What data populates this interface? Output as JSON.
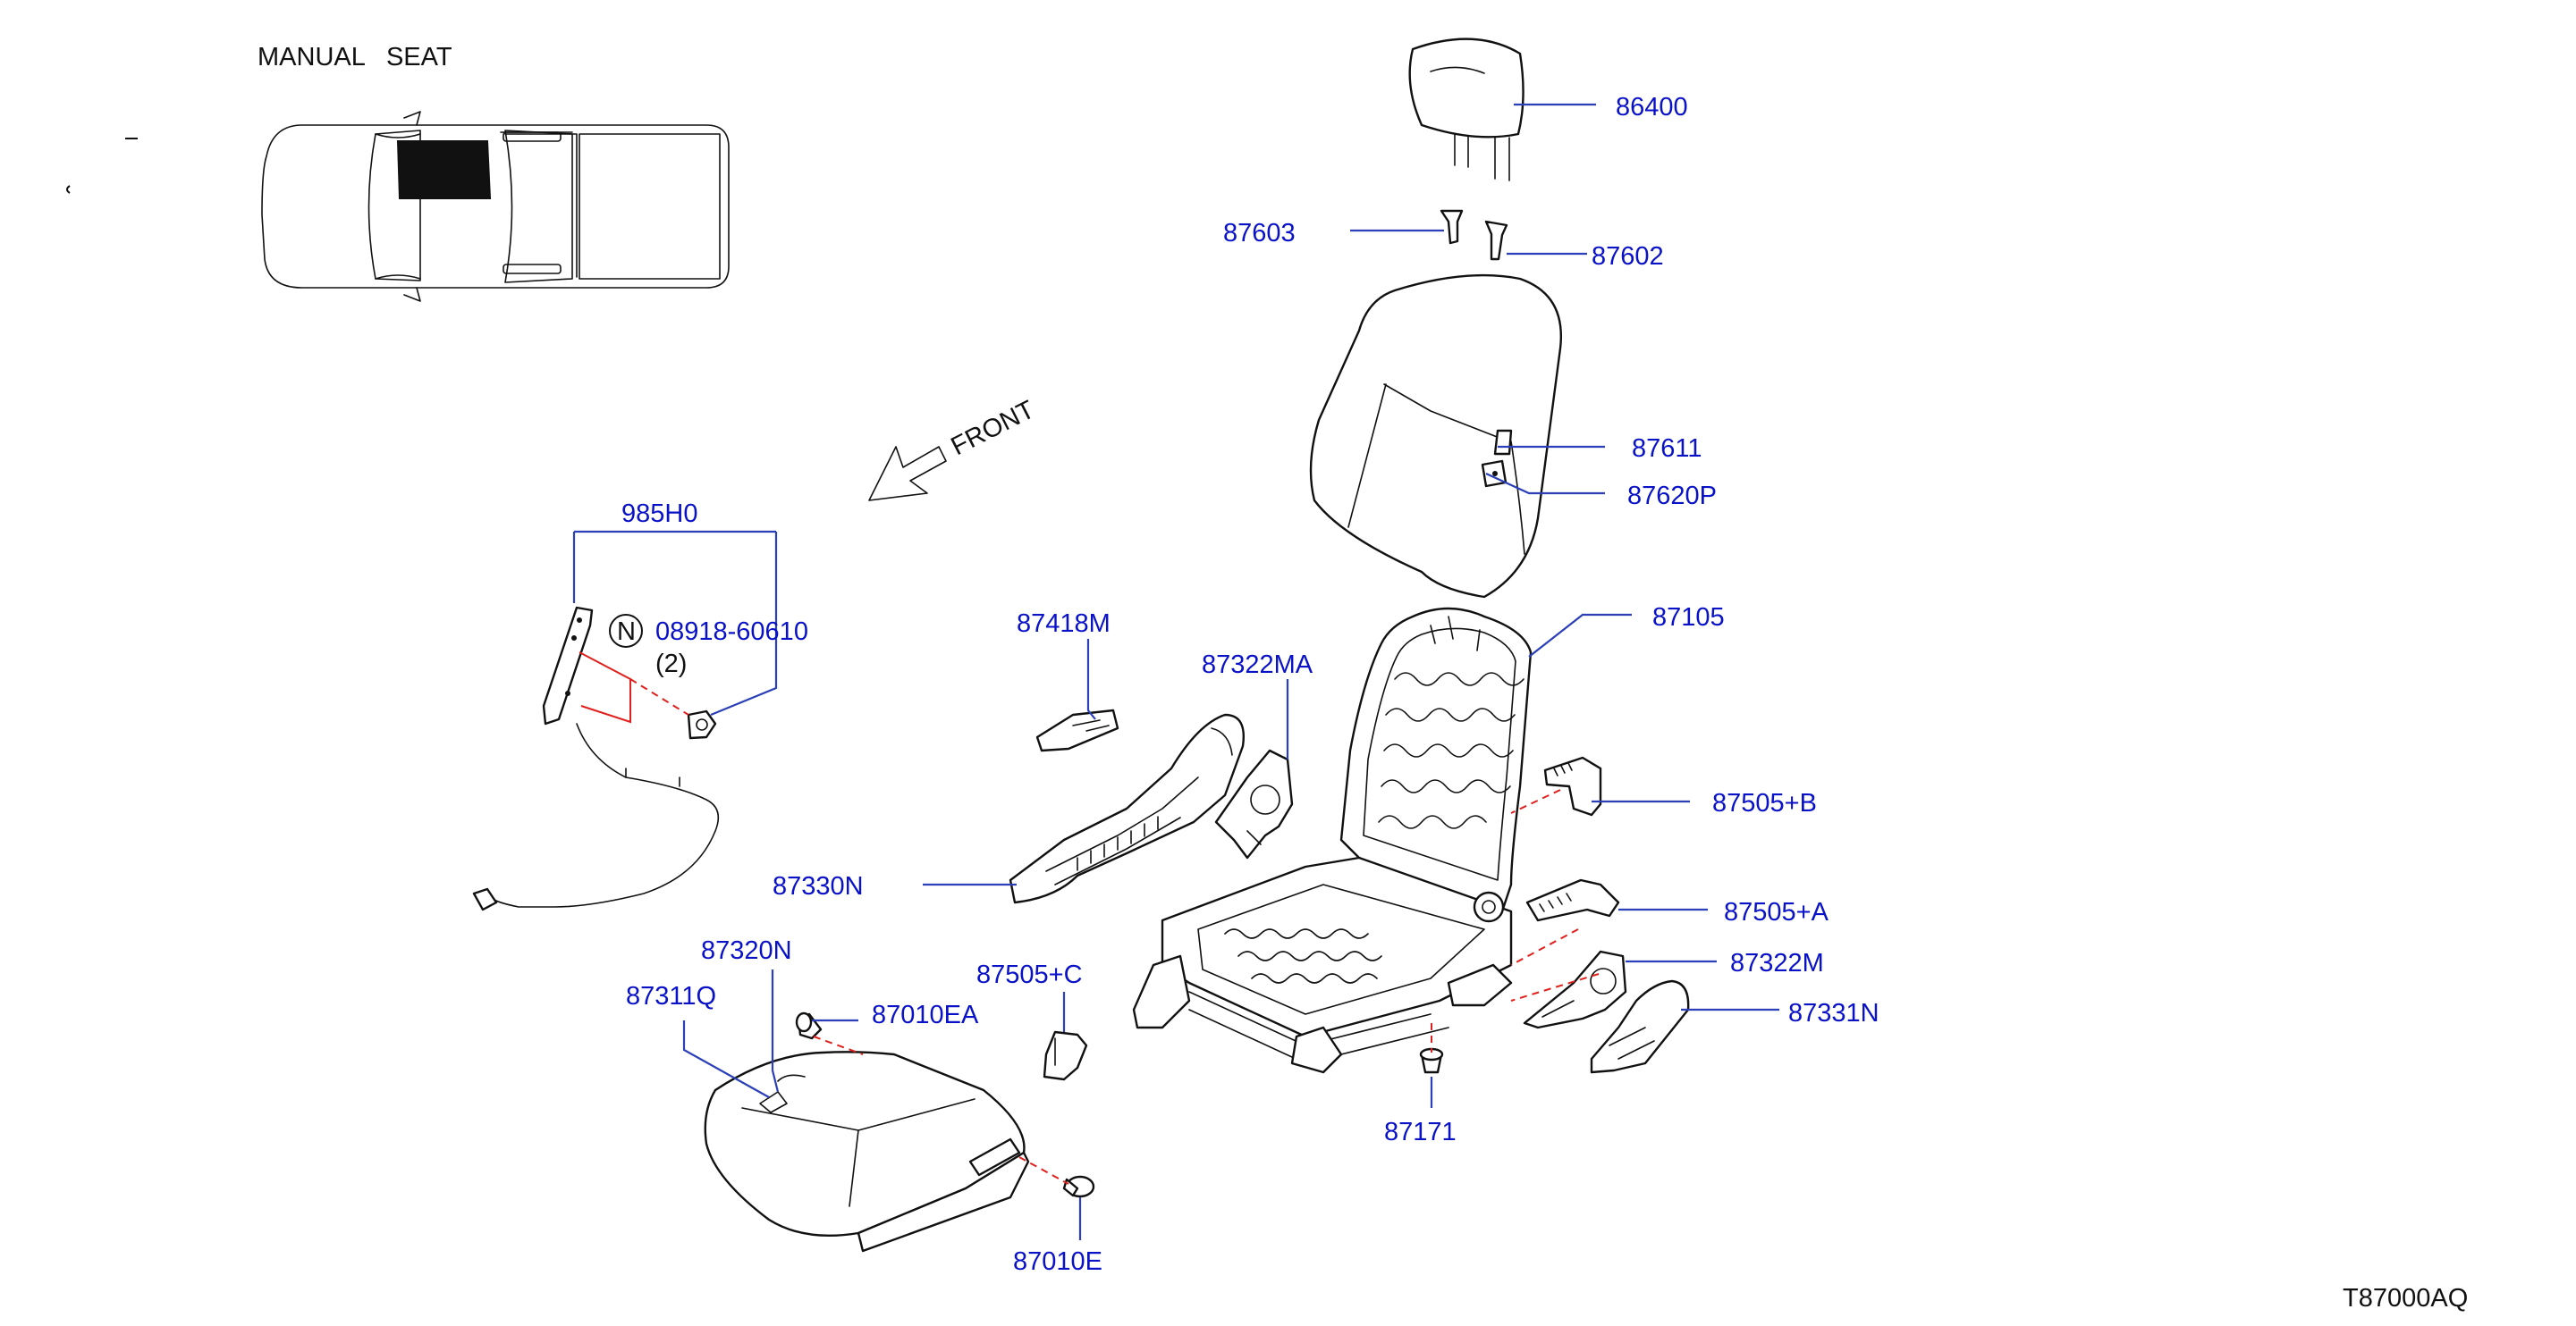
{
  "title": "MANUAL   SEAT",
  "front_label": "FRONT",
  "diagram_code": "T87000AQ",
  "note": {
    "symbol": "N",
    "part_number": "08918-60610",
    "quantity": "(2)"
  },
  "colors": {
    "label": "#0a12c8",
    "leader": "#2a3fb8",
    "dashed": "#e0201c",
    "ink": "#111111"
  },
  "parts": {
    "p86400": "86400",
    "p87603": "87603",
    "p87602": "87602",
    "p87611": "87611",
    "p87620P": "87620P",
    "p87105": "87105",
    "p985H0": "985H0",
    "p87418M": "87418M",
    "p87322MA": "87322MA",
    "p87505B": "87505+B",
    "p87330N": "87330N",
    "p87505A": "87505+A",
    "p87322M": "87322M",
    "p87320N": "87320N",
    "p87505C": "87505+C",
    "p87311Q": "87311Q",
    "p87010EA": "87010EA",
    "p87331N": "87331N",
    "p87171": "87171",
    "p87010E": "87010E"
  }
}
